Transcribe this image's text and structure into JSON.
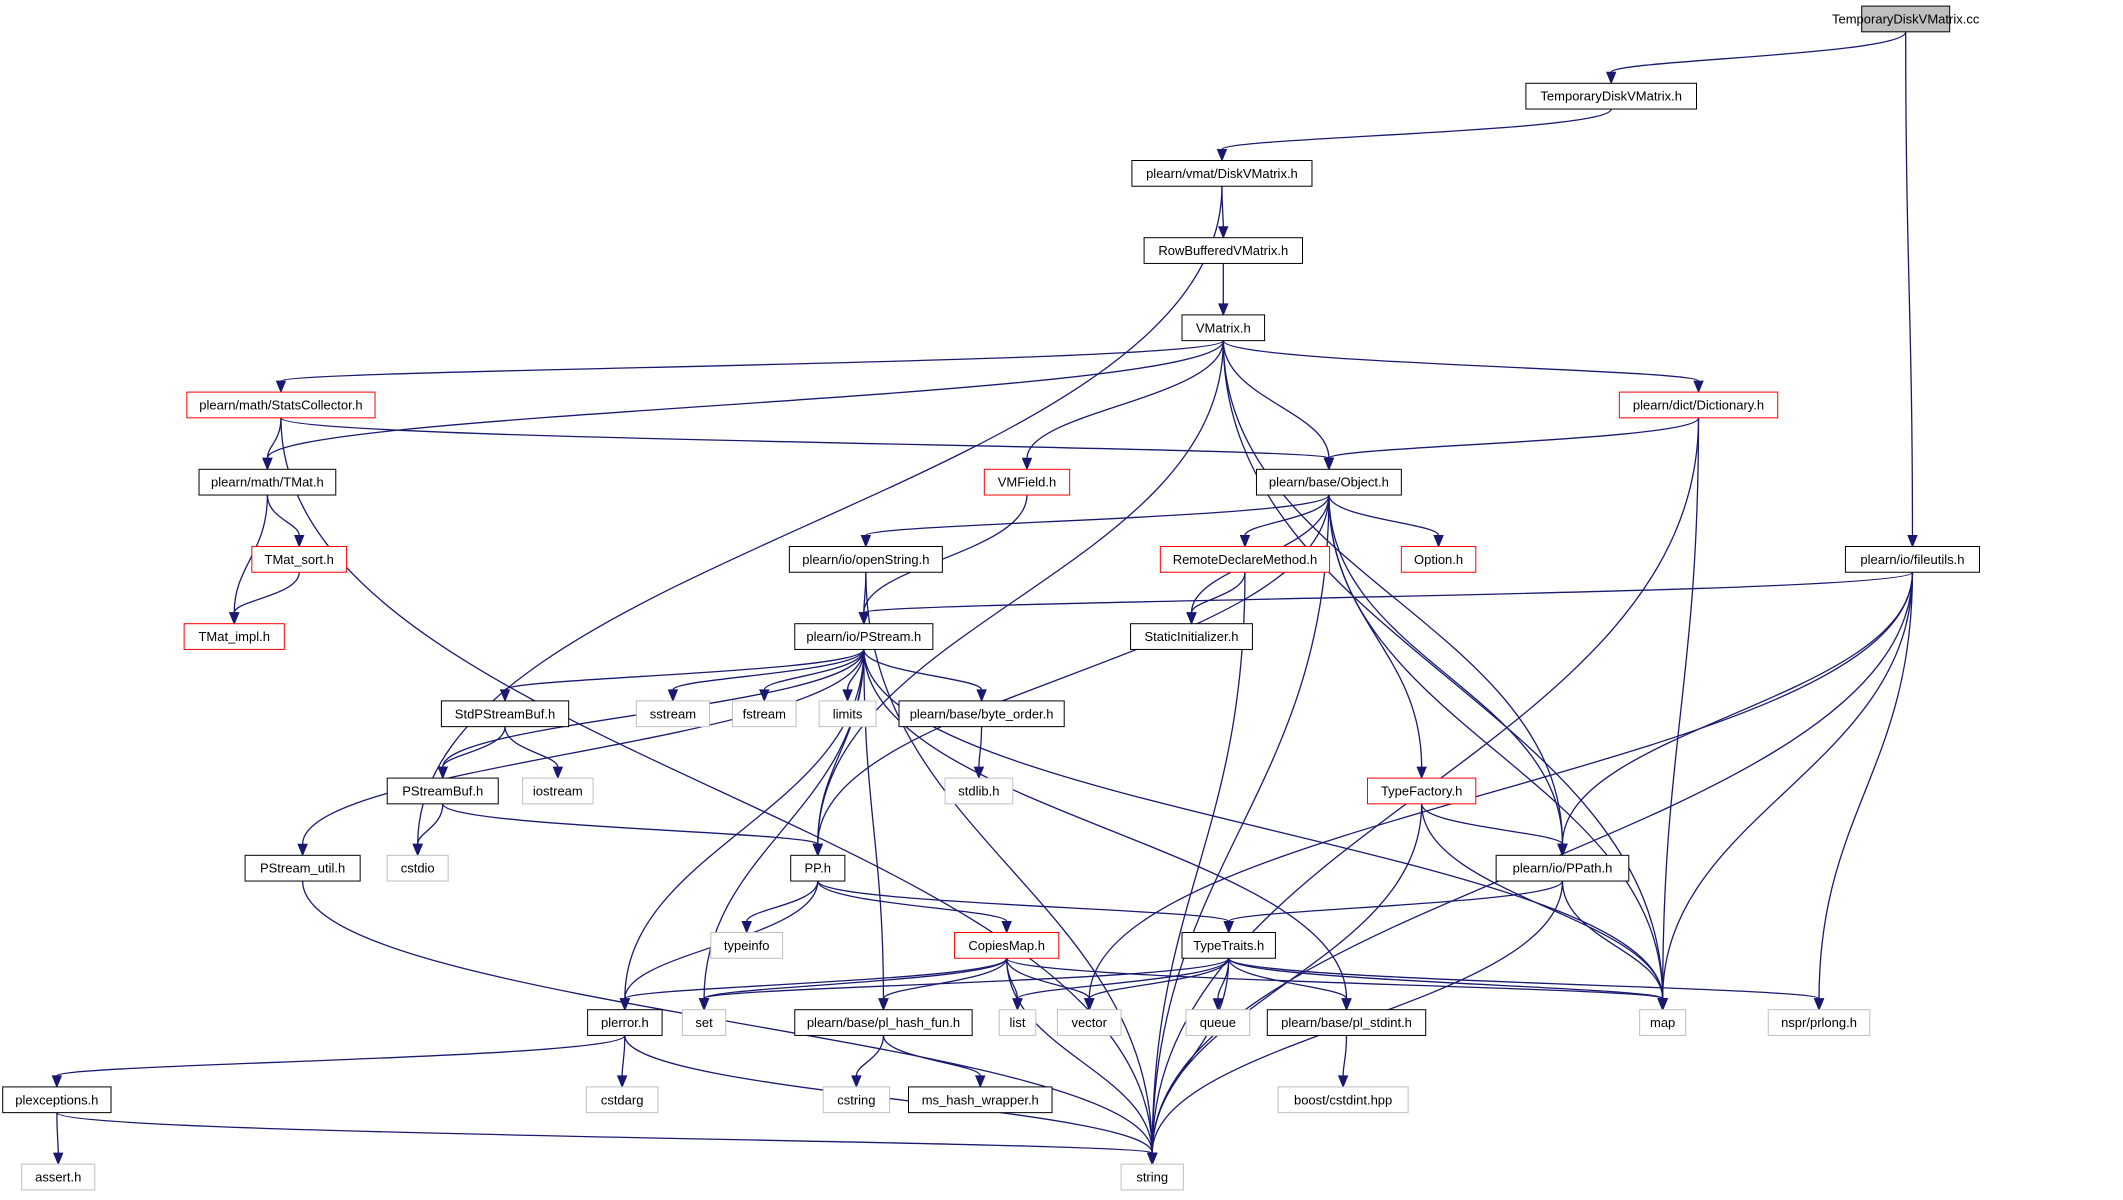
{
  "colors": {
    "edge": "#191970",
    "border_normal": "#000000",
    "border_truncated": "#ff0000",
    "border_system": "#bfbfbf",
    "fill_root": "#bfbfbf",
    "fill_default": "#ffffff"
  },
  "nodes": [
    {
      "id": "n_root",
      "label": "TemporaryDiskVMatrix.cc",
      "kind": "root"
    },
    {
      "id": "n_tdvm_h",
      "label": "TemporaryDiskVMatrix.h",
      "kind": "normal"
    },
    {
      "id": "n_diskvm",
      "label": "plearn/vmat/DiskVMatrix.h",
      "kind": "normal"
    },
    {
      "id": "n_rowbuf",
      "label": "RowBufferedVMatrix.h",
      "kind": "normal"
    },
    {
      "id": "n_vmatrix",
      "label": "VMatrix.h",
      "kind": "normal"
    },
    {
      "id": "n_stats",
      "label": "plearn/math/StatsCollector.h",
      "kind": "truncated"
    },
    {
      "id": "n_dict",
      "label": "plearn/dict/Dictionary.h",
      "kind": "truncated"
    },
    {
      "id": "n_tmat",
      "label": "plearn/math/TMat.h",
      "kind": "normal"
    },
    {
      "id": "n_vmfield",
      "label": "VMField.h",
      "kind": "truncated"
    },
    {
      "id": "n_object",
      "label": "plearn/base/Object.h",
      "kind": "normal"
    },
    {
      "id": "n_fileutils",
      "label": "plearn/io/fileutils.h",
      "kind": "normal"
    },
    {
      "id": "n_tmatsort",
      "label": "TMat_sort.h",
      "kind": "truncated"
    },
    {
      "id": "n_openstr",
      "label": "plearn/io/openString.h",
      "kind": "normal"
    },
    {
      "id": "n_remote",
      "label": "RemoteDeclareMethod.h",
      "kind": "truncated"
    },
    {
      "id": "n_option",
      "label": "Option.h",
      "kind": "truncated"
    },
    {
      "id": "n_tmatimpl",
      "label": "TMat_impl.h",
      "kind": "truncated"
    },
    {
      "id": "n_pstream",
      "label": "plearn/io/PStream.h",
      "kind": "normal"
    },
    {
      "id": "n_staticinit",
      "label": "StaticInitializer.h",
      "kind": "normal"
    },
    {
      "id": "n_stdpsbuf",
      "label": "StdPStreamBuf.h",
      "kind": "normal"
    },
    {
      "id": "n_sstream",
      "label": "sstream",
      "kind": "system"
    },
    {
      "id": "n_fstream",
      "label": "fstream",
      "kind": "system"
    },
    {
      "id": "n_limits",
      "label": "limits",
      "kind": "system"
    },
    {
      "id": "n_byteorder",
      "label": "plearn/base/byte_order.h",
      "kind": "normal"
    },
    {
      "id": "n_iostream",
      "label": "iostream",
      "kind": "system"
    },
    {
      "id": "n_stdlib",
      "label": "stdlib.h",
      "kind": "system"
    },
    {
      "id": "n_psbuf",
      "label": "PStreamBuf.h",
      "kind": "normal"
    },
    {
      "id": "n_typefactory",
      "label": "TypeFactory.h",
      "kind": "truncated"
    },
    {
      "id": "n_pstreamutil",
      "label": "PStream_util.h",
      "kind": "normal"
    },
    {
      "id": "n_cstdio",
      "label": "cstdio",
      "kind": "system"
    },
    {
      "id": "n_pp",
      "label": "PP.h",
      "kind": "normal"
    },
    {
      "id": "n_ppath",
      "label": "plearn/io/PPath.h",
      "kind": "normal"
    },
    {
      "id": "n_typeinfo",
      "label": "typeinfo",
      "kind": "system"
    },
    {
      "id": "n_copiesmap",
      "label": "CopiesMap.h",
      "kind": "truncated"
    },
    {
      "id": "n_typetraits",
      "label": "TypeTraits.h",
      "kind": "normal"
    },
    {
      "id": "n_plerror",
      "label": "plerror.h",
      "kind": "normal"
    },
    {
      "id": "n_set",
      "label": "set",
      "kind": "system"
    },
    {
      "id": "n_hashfun",
      "label": "plearn/base/pl_hash_fun.h",
      "kind": "normal"
    },
    {
      "id": "n_list",
      "label": "list",
      "kind": "system"
    },
    {
      "id": "n_vector",
      "label": "vector",
      "kind": "system"
    },
    {
      "id": "n_queue",
      "label": "queue",
      "kind": "system"
    },
    {
      "id": "n_plstdint",
      "label": "plearn/base/pl_stdint.h",
      "kind": "normal"
    },
    {
      "id": "n_map",
      "label": "map",
      "kind": "system"
    },
    {
      "id": "n_prlong",
      "label": "nspr/prlong.h",
      "kind": "system"
    },
    {
      "id": "n_plexceptions",
      "label": "plexceptions.h",
      "kind": "normal"
    },
    {
      "id": "n_cstdarg",
      "label": "cstdarg",
      "kind": "system"
    },
    {
      "id": "n_cstring",
      "label": "cstring",
      "kind": "system"
    },
    {
      "id": "n_mshash",
      "label": "ms_hash_wrapper.h",
      "kind": "normal"
    },
    {
      "id": "n_boostint",
      "label": "boost/cstdint.hpp",
      "kind": "system"
    },
    {
      "id": "n_assert",
      "label": "assert.h",
      "kind": "system"
    },
    {
      "id": "n_string",
      "label": "string",
      "kind": "system"
    }
  ],
  "edges": [
    {
      "from": "n_root",
      "to": "n_tdvm_h"
    },
    {
      "from": "n_root",
      "to": "n_fileutils"
    },
    {
      "from": "n_tdvm_h",
      "to": "n_diskvm"
    },
    {
      "from": "n_diskvm",
      "to": "n_rowbuf"
    },
    {
      "from": "n_diskvm",
      "to": "n_cstdio"
    },
    {
      "from": "n_rowbuf",
      "to": "n_vmatrix"
    },
    {
      "from": "n_vmatrix",
      "to": "n_stats"
    },
    {
      "from": "n_vmatrix",
      "to": "n_tmat"
    },
    {
      "from": "n_vmatrix",
      "to": "n_vmfield"
    },
    {
      "from": "n_vmatrix",
      "to": "n_object"
    },
    {
      "from": "n_vmatrix",
      "to": "n_dict"
    },
    {
      "from": "n_vmatrix",
      "to": "n_pp"
    },
    {
      "from": "n_vmatrix",
      "to": "n_ppath"
    },
    {
      "from": "n_vmatrix",
      "to": "n_map"
    },
    {
      "from": "n_stats",
      "to": "n_tmat"
    },
    {
      "from": "n_stats",
      "to": "n_object"
    },
    {
      "from": "n_stats",
      "to": "n_string"
    },
    {
      "from": "n_dict",
      "to": "n_object"
    },
    {
      "from": "n_dict",
      "to": "n_map"
    },
    {
      "from": "n_dict",
      "to": "n_string"
    },
    {
      "from": "n_tmat",
      "to": "n_tmatsort"
    },
    {
      "from": "n_tmat",
      "to": "n_tmatimpl"
    },
    {
      "from": "n_tmatsort",
      "to": "n_tmatimpl"
    },
    {
      "from": "n_vmfield",
      "to": "n_pstream"
    },
    {
      "from": "n_object",
      "to": "n_openstr"
    },
    {
      "from": "n_object",
      "to": "n_remote"
    },
    {
      "from": "n_object",
      "to": "n_option"
    },
    {
      "from": "n_object",
      "to": "n_staticinit"
    },
    {
      "from": "n_object",
      "to": "n_typefactory"
    },
    {
      "from": "n_object",
      "to": "n_ppath"
    },
    {
      "from": "n_object",
      "to": "n_pp"
    },
    {
      "from": "n_object",
      "to": "n_map"
    },
    {
      "from": "n_object",
      "to": "n_string"
    },
    {
      "from": "n_openstr",
      "to": "n_pstream"
    },
    {
      "from": "n_openstr",
      "to": "n_string"
    },
    {
      "from": "n_remote",
      "to": "n_staticinit"
    },
    {
      "from": "n_remote",
      "to": "n_string"
    },
    {
      "from": "n_fileutils",
      "to": "n_pstream"
    },
    {
      "from": "n_fileutils",
      "to": "n_ppath"
    },
    {
      "from": "n_fileutils",
      "to": "n_vector"
    },
    {
      "from": "n_fileutils",
      "to": "n_map"
    },
    {
      "from": "n_fileutils",
      "to": "n_prlong"
    },
    {
      "from": "n_fileutils",
      "to": "n_string"
    },
    {
      "from": "n_pstream",
      "to": "n_stdpsbuf"
    },
    {
      "from": "n_pstream",
      "to": "n_sstream"
    },
    {
      "from": "n_pstream",
      "to": "n_fstream"
    },
    {
      "from": "n_pstream",
      "to": "n_limits"
    },
    {
      "from": "n_pstream",
      "to": "n_byteorder"
    },
    {
      "from": "n_pstream",
      "to": "n_psbuf"
    },
    {
      "from": "n_pstream",
      "to": "n_pstreamutil"
    },
    {
      "from": "n_pstream",
      "to": "n_pp"
    },
    {
      "from": "n_pstream",
      "to": "n_plerror"
    },
    {
      "from": "n_pstream",
      "to": "n_set"
    },
    {
      "from": "n_pstream",
      "to": "n_hashfun"
    },
    {
      "from": "n_pstream",
      "to": "n_plstdint"
    },
    {
      "from": "n_pstream",
      "to": "n_map"
    },
    {
      "from": "n_stdpsbuf",
      "to": "n_psbuf"
    },
    {
      "from": "n_stdpsbuf",
      "to": "n_iostream"
    },
    {
      "from": "n_byteorder",
      "to": "n_stdlib"
    },
    {
      "from": "n_psbuf",
      "to": "n_cstdio"
    },
    {
      "from": "n_psbuf",
      "to": "n_pp"
    },
    {
      "from": "n_pstreamutil",
      "to": "n_string"
    },
    {
      "from": "n_typefactory",
      "to": "n_ppath"
    },
    {
      "from": "n_typefactory",
      "to": "n_map"
    },
    {
      "from": "n_typefactory",
      "to": "n_string"
    },
    {
      "from": "n_ppath",
      "to": "n_typetraits"
    },
    {
      "from": "n_ppath",
      "to": "n_map"
    },
    {
      "from": "n_ppath",
      "to": "n_string"
    },
    {
      "from": "n_pp",
      "to": "n_typeinfo"
    },
    {
      "from": "n_pp",
      "to": "n_copiesmap"
    },
    {
      "from": "n_pp",
      "to": "n_typetraits"
    },
    {
      "from": "n_pp",
      "to": "n_plerror"
    },
    {
      "from": "n_copiesmap",
      "to": "n_plerror"
    },
    {
      "from": "n_copiesmap",
      "to": "n_set"
    },
    {
      "from": "n_copiesmap",
      "to": "n_hashfun"
    },
    {
      "from": "n_copiesmap",
      "to": "n_list"
    },
    {
      "from": "n_copiesmap",
      "to": "n_vector"
    },
    {
      "from": "n_copiesmap",
      "to": "n_map"
    },
    {
      "from": "n_copiesmap",
      "to": "n_string"
    },
    {
      "from": "n_typetraits",
      "to": "n_set"
    },
    {
      "from": "n_typetraits",
      "to": "n_list"
    },
    {
      "from": "n_typetraits",
      "to": "n_vector"
    },
    {
      "from": "n_typetraits",
      "to": "n_queue"
    },
    {
      "from": "n_typetraits",
      "to": "n_plstdint"
    },
    {
      "from": "n_typetraits",
      "to": "n_map"
    },
    {
      "from": "n_typetraits",
      "to": "n_prlong"
    },
    {
      "from": "n_typetraits",
      "to": "n_string"
    },
    {
      "from": "n_plerror",
      "to": "n_plexceptions"
    },
    {
      "from": "n_plerror",
      "to": "n_cstdarg"
    },
    {
      "from": "n_plerror",
      "to": "n_string"
    },
    {
      "from": "n_hashfun",
      "to": "n_cstring"
    },
    {
      "from": "n_hashfun",
      "to": "n_mshash"
    },
    {
      "from": "n_plstdint",
      "to": "n_boostint"
    },
    {
      "from": "n_plexceptions",
      "to": "n_assert"
    },
    {
      "from": "n_plexceptions",
      "to": "n_string"
    }
  ]
}
